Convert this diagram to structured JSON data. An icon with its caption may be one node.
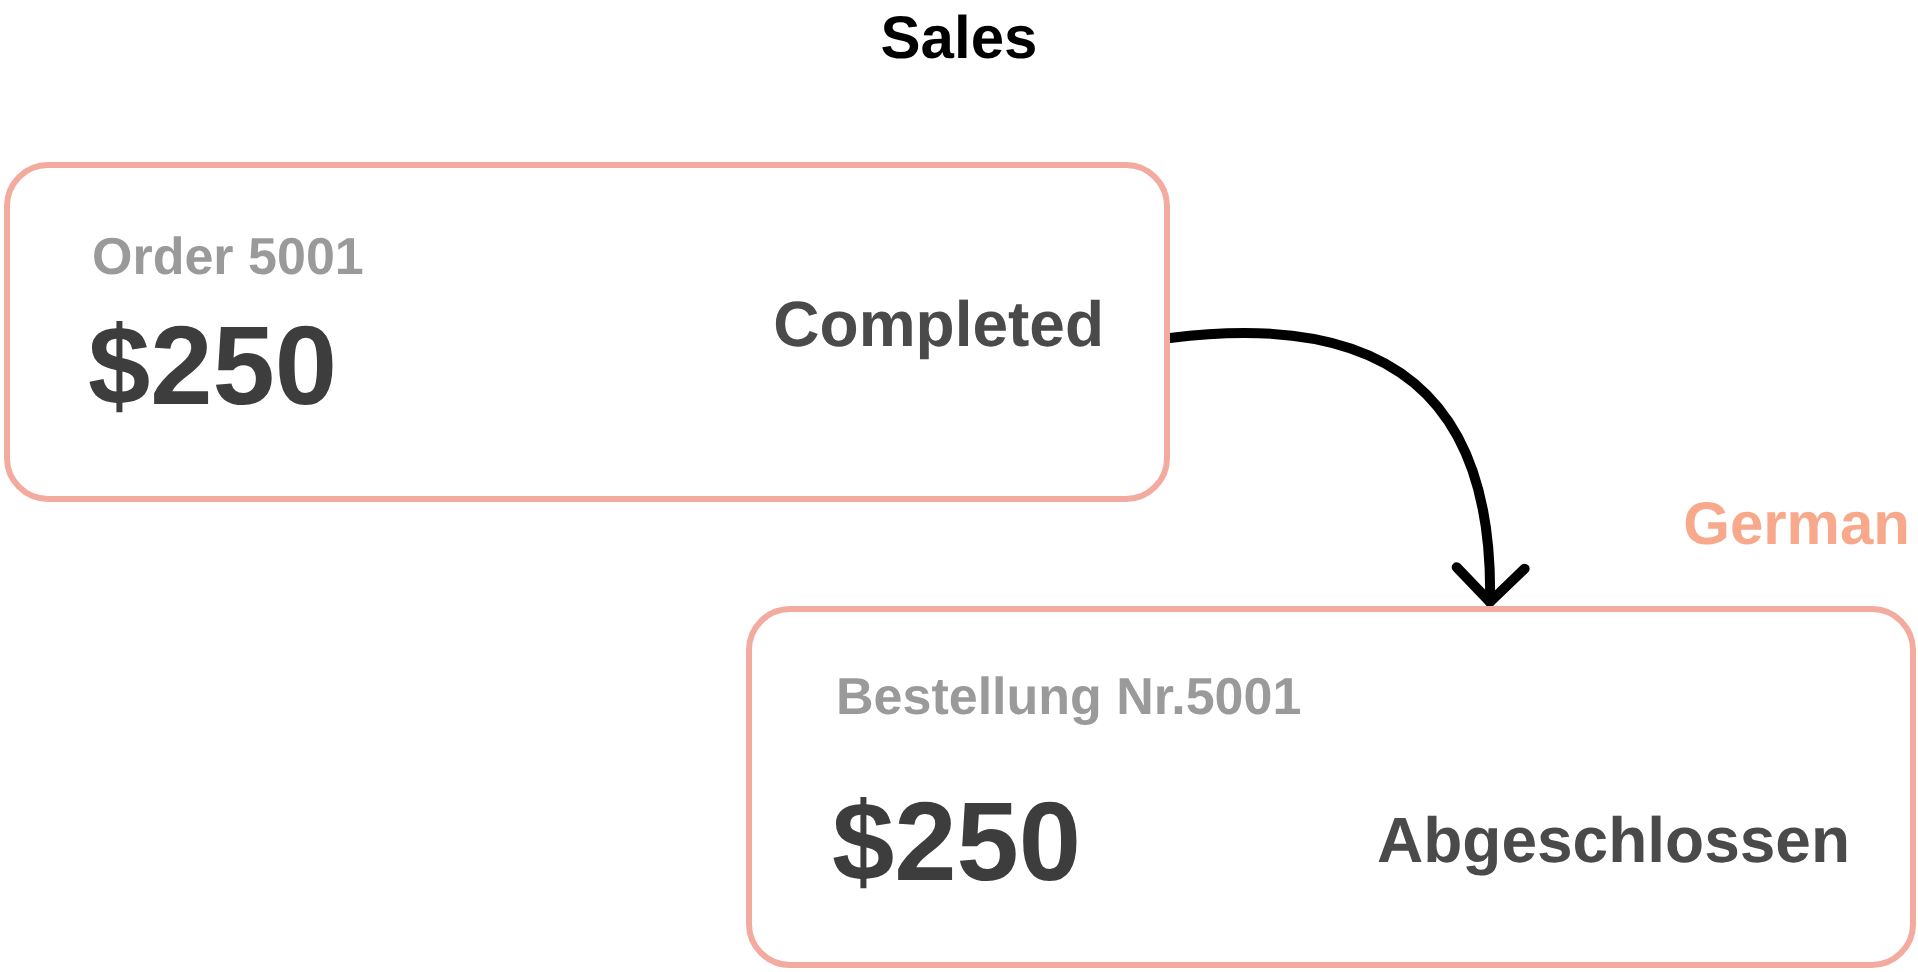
{
  "diagram": {
    "title": "Sales",
    "nodes": [
      {
        "text": [
          "Order 5001",
          "$250",
          "Completed"
        ]
      },
      {
        "text": [
          "Bestellung Nr.5001",
          "$250",
          "Abgeschlossen"
        ],
        "beside": [
          "German"
        ]
      }
    ],
    "edges": [
      {
        "from": 0,
        "to": 1,
        "arrow": "to"
      }
    ]
  }
}
